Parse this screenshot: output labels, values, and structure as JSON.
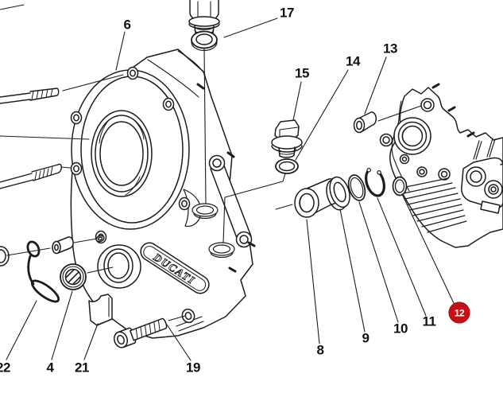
{
  "diagram": {
    "kind": "exploded-parts-diagram",
    "brand_plaque_text": "DUCATI"
  },
  "labels": [
    {
      "text": "6",
      "highlighted": false
    },
    {
      "text": "17",
      "highlighted": false
    },
    {
      "text": "15",
      "highlighted": false
    },
    {
      "text": "14",
      "highlighted": false
    },
    {
      "text": "13",
      "highlighted": false
    },
    {
      "text": "8",
      "highlighted": false
    },
    {
      "text": "9",
      "highlighted": false
    },
    {
      "text": "10",
      "highlighted": false
    },
    {
      "text": "11",
      "highlighted": false
    },
    {
      "text": "12",
      "highlighted": true
    },
    {
      "text": "22",
      "highlighted": false
    },
    {
      "text": "4",
      "highlighted": false
    },
    {
      "text": "21",
      "highlighted": false
    },
    {
      "text": "19",
      "highlighted": false
    }
  ],
  "colors": {
    "background": "#ffffff",
    "line_art": "#1c1c1c",
    "highlight_badge": "#c41117",
    "highlight_badge_text": "#ffffff"
  }
}
